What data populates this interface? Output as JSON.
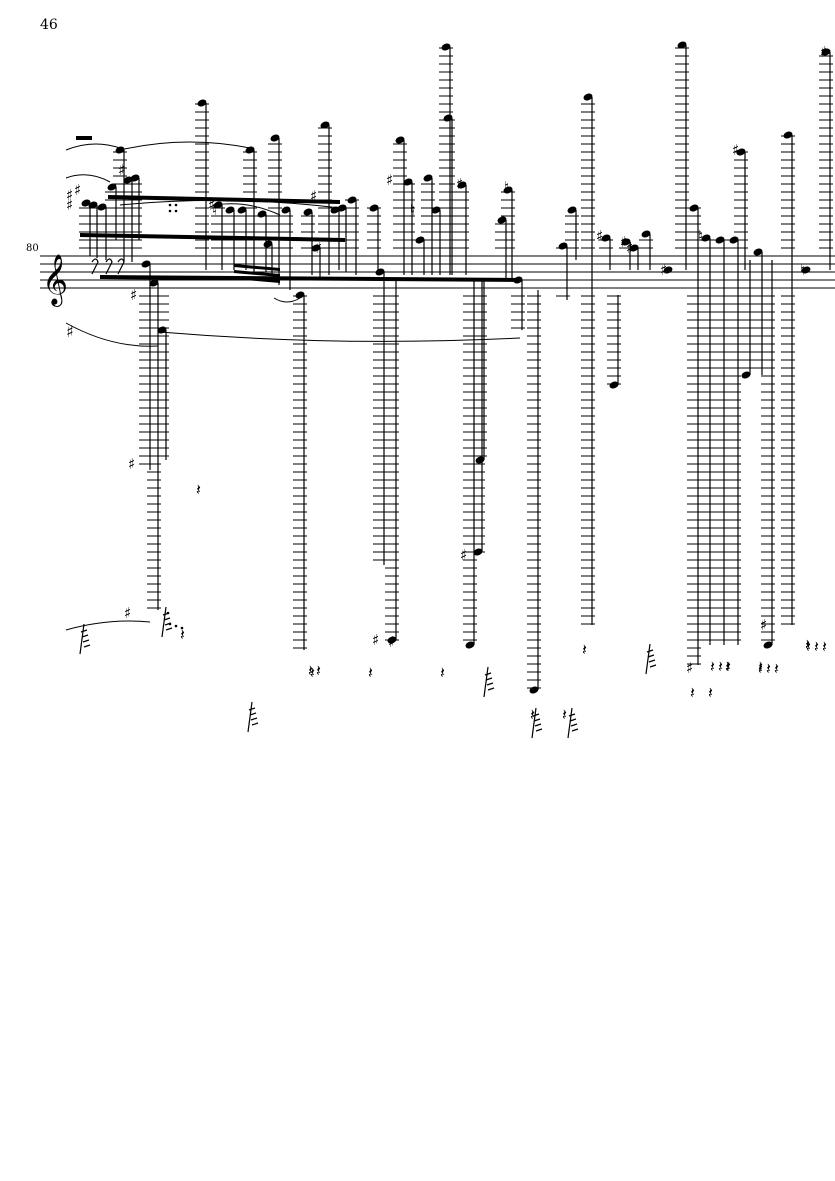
{
  "page": {
    "page_number": "46",
    "measure_number": "80"
  },
  "score": {
    "clef": "treble",
    "ink_color": "#000000",
    "paper_color": "#ffffff",
    "accidentals_shown": [
      "sharp",
      "natural"
    ],
    "contents": "dense notation: notes with very long ledger-line stems above and below the staff, beams, slurs/ties, rests, accidentals"
  }
}
